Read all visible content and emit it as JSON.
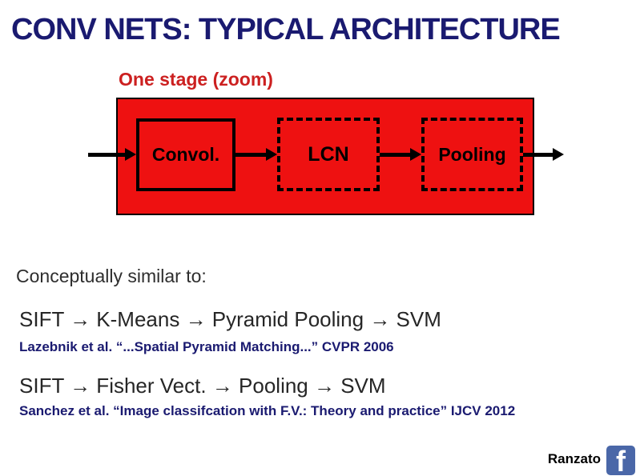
{
  "slide": {
    "title": "CONV NETS: TYPICAL ARCHITECTURE",
    "diagram": {
      "heading": "One stage (zoom)",
      "boxes": [
        {
          "label": "Convol.",
          "border": "solid"
        },
        {
          "label": "LCN",
          "border": "dashed"
        },
        {
          "label": "Pooling",
          "border": "dashed"
        }
      ],
      "arrows": [
        "input",
        "convol-to-lcn",
        "lcn-to-pooling",
        "output"
      ]
    },
    "body": {
      "intro": "Conceptually similar to:",
      "pipelines": [
        {
          "formula": "SIFT → K-Means → Pyramid Pooling → SVM",
          "citation": "Lazebnik et al. “...Spatial Pyramid Matching...” CVPR 2006"
        },
        {
          "formula": "SIFT → Fisher Vect. → Pooling → SVM",
          "citation": "Sanchez et al. “Image classifcation with F.V.: Theory and practice” IJCV 2012"
        }
      ]
    },
    "footer": {
      "author": "Ranzato",
      "logo_letter": "f"
    },
    "colors": {
      "title_navy": "#1A1A70",
      "heading_red": "#CC2020",
      "panel_red": "#EE1111",
      "citation_navy": "#1A1A70",
      "facebook_blue": "#4A67A8"
    }
  }
}
